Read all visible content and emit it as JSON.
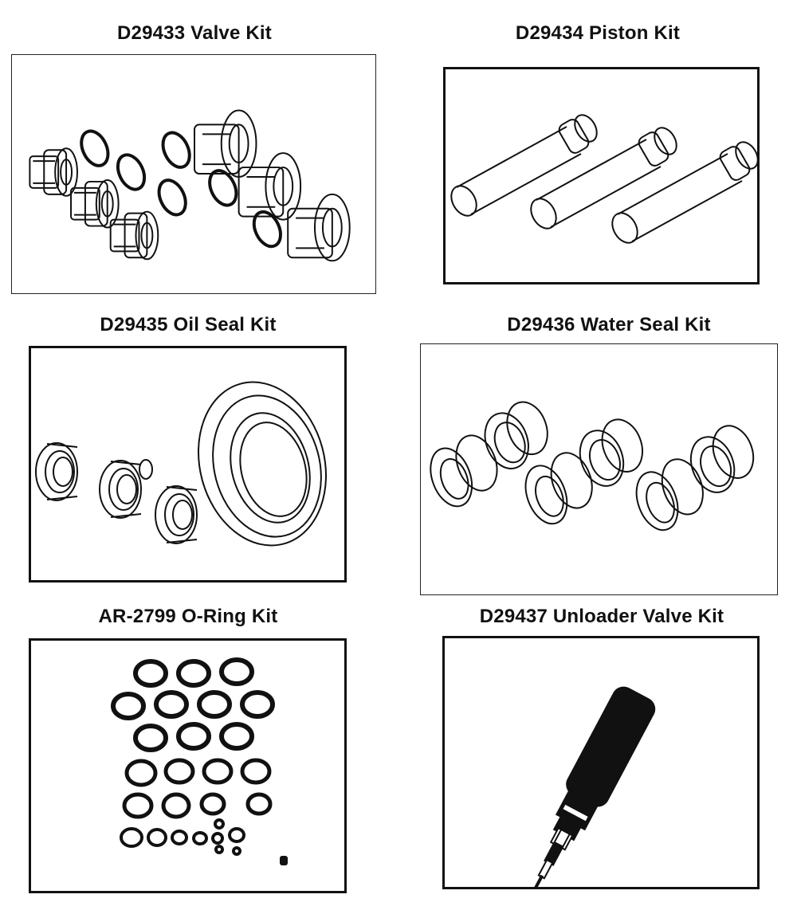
{
  "kits": [
    {
      "title": "D29433 Valve Kit",
      "image": "valve-kit-illustration"
    },
    {
      "title": "D29434 Piston Kit",
      "image": "piston-kit-illustration"
    },
    {
      "title": "D29435 Oil Seal Kit",
      "image": "oil-seal-kit-illustration"
    },
    {
      "title": "D29436 Water Seal Kit",
      "image": "water-seal-kit-illustration"
    },
    {
      "title": "AR-2799 O-Ring Kit",
      "image": "o-ring-kit-illustration"
    },
    {
      "title": "D29437 Unloader Valve Kit",
      "image": "unloader-valve-kit-illustration"
    }
  ]
}
